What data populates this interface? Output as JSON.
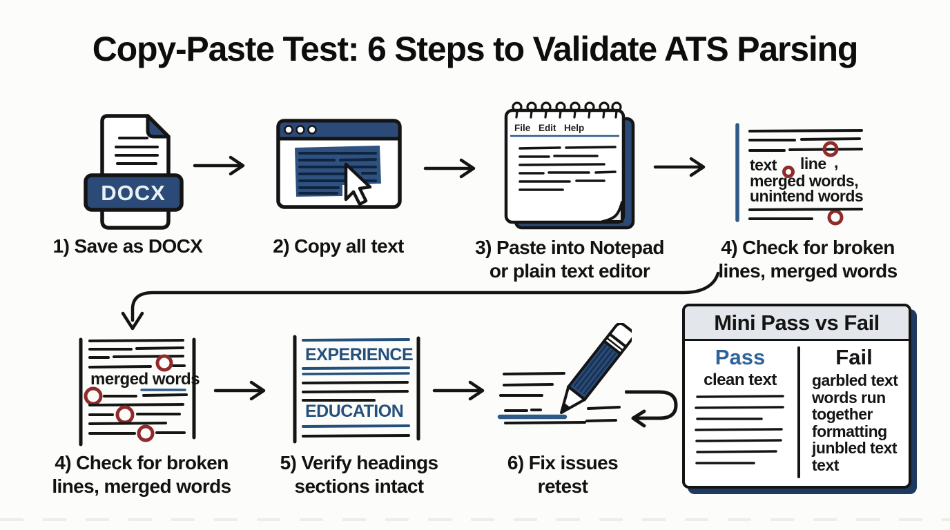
{
  "title": "Copy-Paste Test: 6 Steps to Validate ATS Parsing",
  "colors": {
    "navy": "#2b4a77",
    "ink": "#141414",
    "steel_blue": "#2d5a86",
    "pass_blue": "#2d6399",
    "issue_red": "#8f2b2b",
    "panel_header_bg": "#e3e7ec"
  },
  "steps": {
    "s1": {
      "label": "1) Save as DOCX",
      "badge": "DOCX"
    },
    "s2": {
      "label": "2) Copy all text"
    },
    "s3": {
      "label": "3) Paste into Notepad\nor plain text editor",
      "menu": {
        "file": "File",
        "edit": "Edit",
        "help": "Help"
      }
    },
    "s4": {
      "label": "4) Check for broken\nlines, merged words",
      "frag_text": "text",
      "frag_line": "line",
      "frag_comma": ",",
      "frag_merged": "merged words,",
      "frag_unintend": "unintend words"
    },
    "s5": {
      "label": "4) Check for broken\nlines, merged words",
      "annotation": "merged words"
    },
    "s6": {
      "label": "5) Verify headings\nsections intact",
      "heading1": "EXPERIENCE",
      "heading2": "EDUCATION"
    },
    "s7": {
      "label": "6) Fix issues\nretest"
    }
  },
  "panel": {
    "title": "Mini Pass vs Fail",
    "pass_header": "Pass",
    "pass_items": [
      "clean text"
    ],
    "fail_header": "Fail",
    "fail_items": [
      "garbled text",
      "words run",
      "together",
      "formatting",
      "junbled text",
      "text"
    ]
  }
}
